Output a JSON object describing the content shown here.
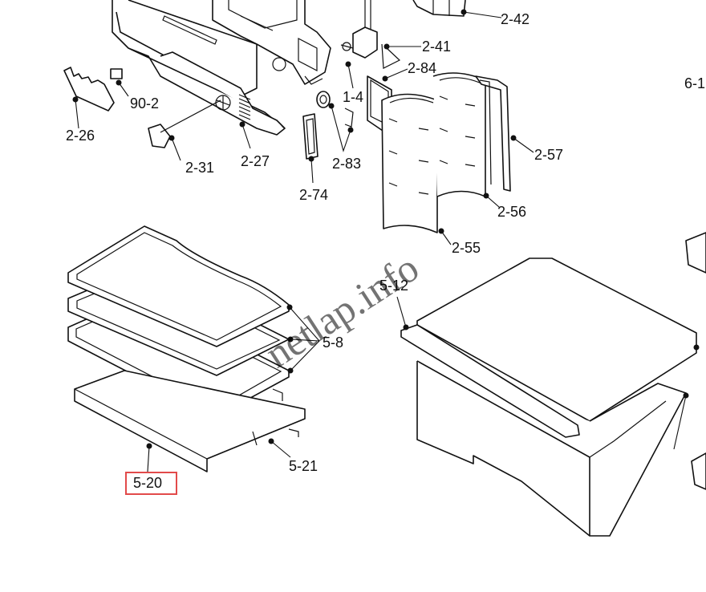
{
  "labels": [
    {
      "id": "2-42",
      "text": "2-42"
    },
    {
      "id": "2-41",
      "text": "2-41"
    },
    {
      "id": "2-84",
      "text": "2-84"
    },
    {
      "id": "1-4",
      "text": "1-4"
    },
    {
      "id": "6-1",
      "text": "6-1"
    },
    {
      "id": "90-2",
      "text": "90-2"
    },
    {
      "id": "2-26",
      "text": "2-26"
    },
    {
      "id": "2-31",
      "text": "2-31"
    },
    {
      "id": "2-27",
      "text": "2-27"
    },
    {
      "id": "2-83",
      "text": "2-83"
    },
    {
      "id": "2-74",
      "text": "2-74"
    },
    {
      "id": "2-57",
      "text": "2-57"
    },
    {
      "id": "2-56",
      "text": "2-56"
    },
    {
      "id": "2-55",
      "text": "2-55"
    },
    {
      "id": "5-12",
      "text": "5-12"
    },
    {
      "id": "5-8",
      "text": "5-8"
    },
    {
      "id": "5-21",
      "text": "5-21"
    },
    {
      "id": "5-20",
      "text": "5-20"
    }
  ],
  "highlighted_label": "5-20",
  "highlight_color": "#e24a4a",
  "watermark": "netlap.info"
}
